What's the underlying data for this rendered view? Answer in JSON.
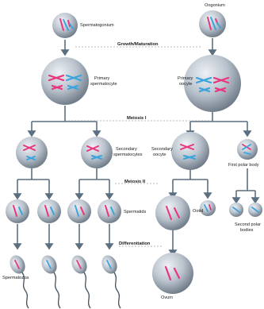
{
  "labels": {
    "spermatogonium": "Spermatogonium",
    "oogonium": "Oogonium",
    "growth": "Growth/Maturation",
    "primary_spermatocyte_1": "Primary",
    "primary_spermatocyte_2": "spermatocyte",
    "primary_oocyte_1": "Primary",
    "primary_oocyte_2": "oocyte",
    "meiosis1": "Meiosis I",
    "secondary_spermatocytes_1": "Secondary",
    "secondary_spermatocytes_2": "spermatocytes",
    "secondary_oocyte_1": "Secondary",
    "secondary_oocyte_2": "oocyte",
    "first_polar_body": "First polar body",
    "meiosis2": "Meiosis II",
    "spermatids": "Spermatids",
    "ootid": "Ootid",
    "second_polar_1": "Second polar",
    "second_polar_2": "bodies",
    "differentiation": "Differentiation",
    "ovum": "Ovum",
    "spermatozoa": "Spermatozoa"
  },
  "colors": {
    "maternal_chromosome": "#e8357e",
    "paternal_chromosome": "#3ba4dc",
    "cell_fill": "#b9c2cc",
    "arrow": "#5b6f80",
    "sperm_tail": "#45515c"
  }
}
